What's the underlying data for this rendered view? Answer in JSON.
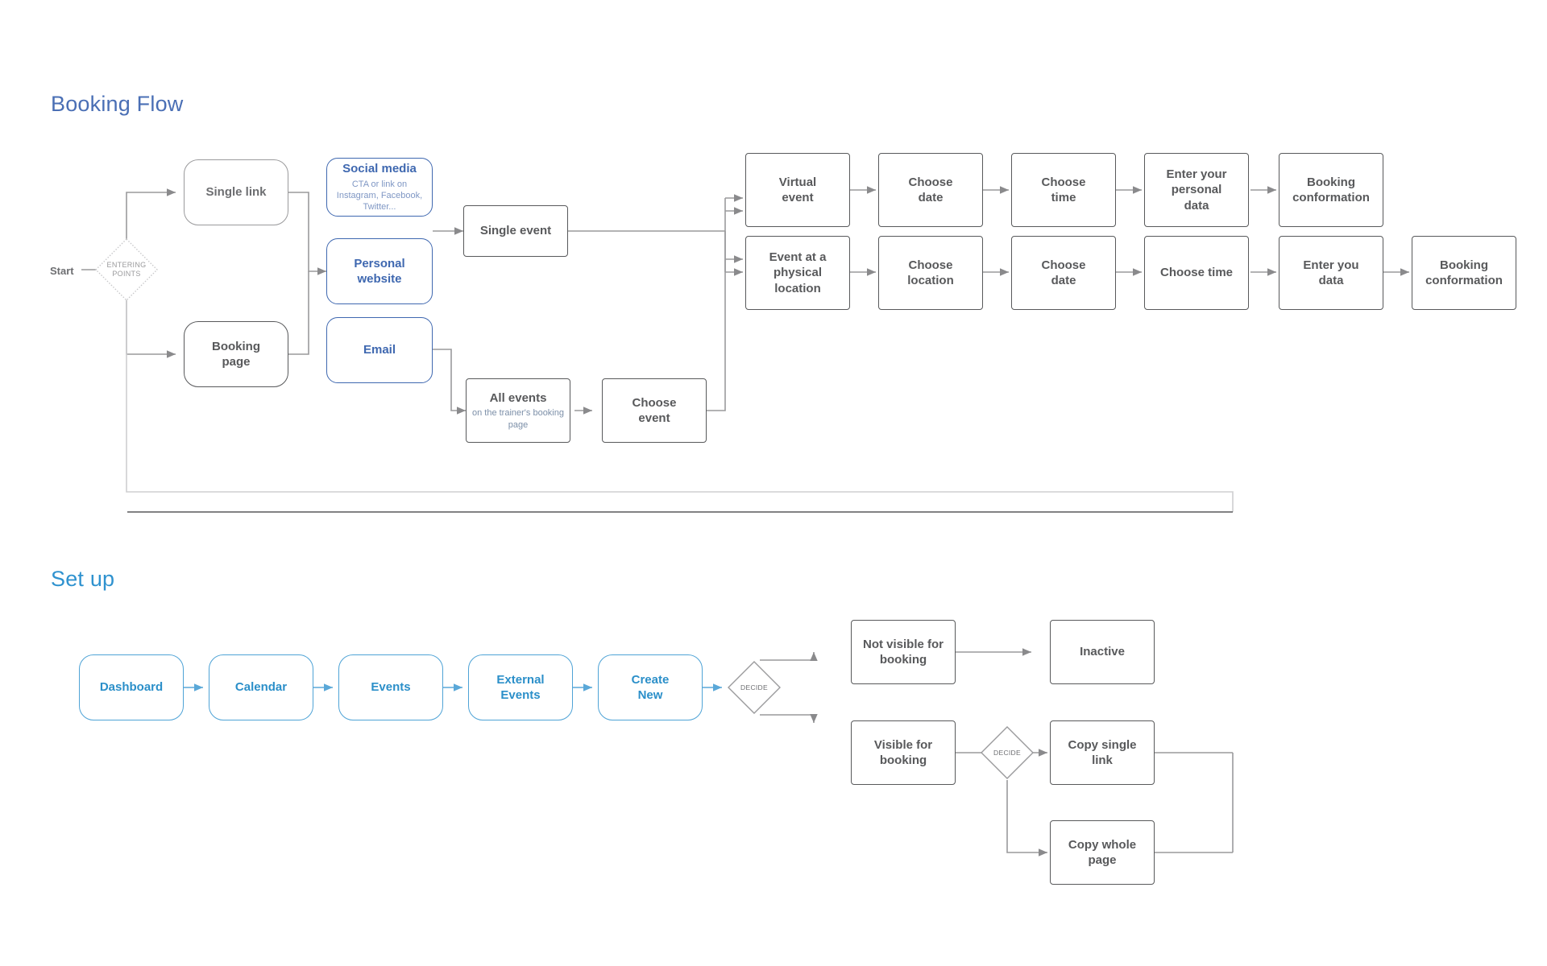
{
  "page": {
    "background": "#ffffff",
    "accent_blue": "#3f68b0",
    "accent_light_blue": "#2b8fc9",
    "line_gray": "#9a9a9c",
    "text_gray": "#58595b"
  },
  "sections": {
    "booking_flow": {
      "title": "Booking Flow"
    },
    "set_up": {
      "title": "Set up"
    }
  },
  "booking_flow": {
    "start_label": "Start",
    "entry_decision": {
      "label": "ENTERING\nPOINTS"
    },
    "entry_nodes": [
      {
        "title": "Single link",
        "sub": ""
      },
      {
        "title": "Booking\npage",
        "sub": ""
      }
    ],
    "channel_nodes": [
      {
        "title": "Social media",
        "sub": "CTA or link on Instagram, Facebook, Twitter..."
      },
      {
        "title": "Personal\nwebsite",
        "sub": ""
      },
      {
        "title": "Email",
        "sub": ""
      }
    ],
    "event_nodes": [
      {
        "title": "Single event",
        "sub": ""
      },
      {
        "title": "All events",
        "sub": "on the trainer's booking page"
      },
      {
        "title": "Choose\nevent",
        "sub": ""
      }
    ],
    "virtual_row": [
      {
        "title": "Virtual\nevent"
      },
      {
        "title": "Choose\ndate"
      },
      {
        "title": "Choose\ntime"
      },
      {
        "title": "Enter your\npersonal\ndata"
      },
      {
        "title": "Booking\nconformation"
      }
    ],
    "physical_row": [
      {
        "title": "Event at a\nphysical\nlocation"
      },
      {
        "title": "Choose\nlocation"
      },
      {
        "title": "Choose\ndate"
      },
      {
        "title": "Choose time"
      },
      {
        "title": "Enter you\ndata"
      },
      {
        "title": "Booking\nconformation"
      }
    ]
  },
  "set_up": {
    "steps": [
      {
        "title": "Dashboard"
      },
      {
        "title": "Calendar"
      },
      {
        "title": "Events"
      },
      {
        "title": "External\nEvents"
      },
      {
        "title": "Create\nNew"
      }
    ],
    "decision_1": {
      "label": "DECIDE"
    },
    "decision_2": {
      "label": "DECIDE"
    },
    "branches": [
      {
        "title": "Not visible for\nbooking"
      },
      {
        "title": "Inactive"
      },
      {
        "title": "Visible for\nbooking"
      },
      {
        "title": "Copy single\nlink"
      },
      {
        "title": "Copy whole\npage"
      }
    ]
  }
}
